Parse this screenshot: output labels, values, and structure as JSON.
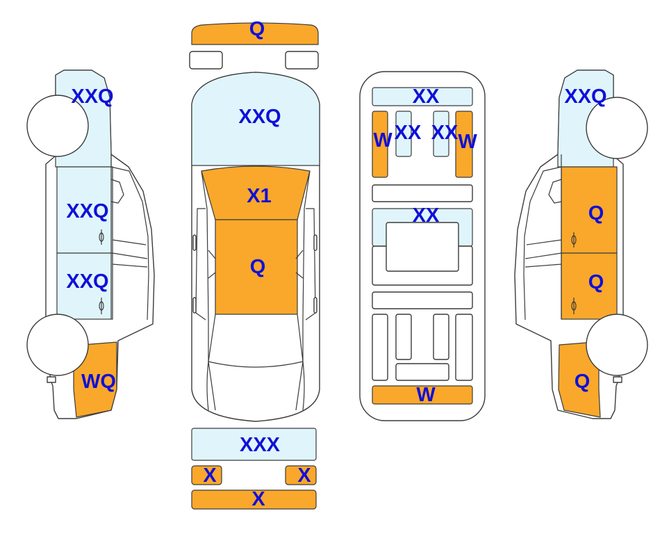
{
  "colors": {
    "blue_panel": "#dff5fb",
    "orange_panel": "#f9a82b",
    "label": "#1010d8",
    "outline": "#3a3a3a"
  },
  "left_side_view": {
    "front_fender": "XXQ",
    "front_door": "XXQ",
    "rear_door": "XXQ",
    "rear_quarter": "WQ"
  },
  "top_view": {
    "front_bumper": "Q",
    "hood": "XXQ",
    "windshield": "X1",
    "roof": "Q",
    "rear_bumper_cover": "XXX",
    "rear_left_lamp": "X",
    "rear_right_lamp": "X",
    "rear_bumper": "X"
  },
  "underbody_view": {
    "front_crossmember": "XX",
    "left_front_rail": "W",
    "left_inner_rail": "XX",
    "right_inner_rail": "XX",
    "right_front_rail": "W",
    "center_floor": "XX",
    "rear_panel": "W"
  },
  "right_side_view": {
    "front_fender": "XXQ",
    "front_door": "Q",
    "rear_door": "Q",
    "rear_quarter": "Q"
  }
}
